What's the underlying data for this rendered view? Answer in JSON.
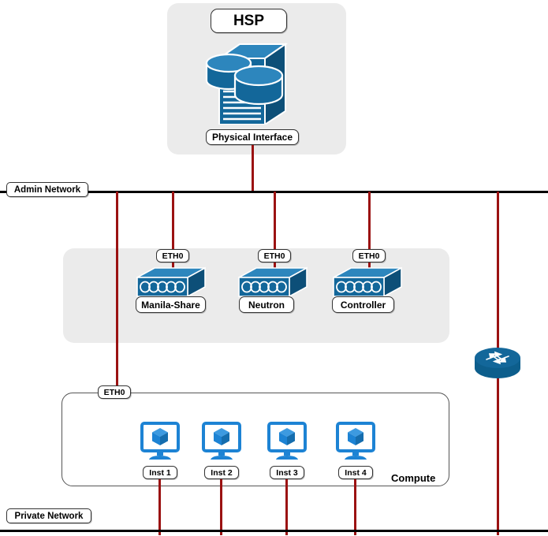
{
  "diagram": {
    "title": "OpenStack Manila HSP network topology",
    "colors": {
      "device_blue": "#13679a",
      "device_blue_dark": "#0d4f78",
      "device_blue_light": "#2d86bd",
      "instance_blue": "#1d83d4",
      "link_red": "#9b1212",
      "panel_gray": "#ebebeb",
      "bus_black": "#000000"
    }
  },
  "hsp_panel": {
    "title_label": "HSP",
    "interface_label": "Physical Interface",
    "storage_icon": "storage-array-icon"
  },
  "networks": [
    {
      "id": "admin",
      "label": "Admin Network"
    },
    {
      "id": "private",
      "label": "Private Network"
    }
  ],
  "services_panel": {
    "nodes": [
      {
        "id": "manila-share",
        "port_label": "ETH0",
        "name_label": "Manila-Share",
        "icon": "switch-icon"
      },
      {
        "id": "neutron",
        "port_label": "ETH0",
        "name_label": "Neutron",
        "icon": "switch-icon"
      },
      {
        "id": "controller",
        "port_label": "ETH0",
        "name_label": "Controller",
        "icon": "switch-icon"
      }
    ]
  },
  "compute": {
    "title_label": "Compute",
    "port_label": "ETH0",
    "instances": [
      {
        "id": "inst-1",
        "label": "Inst 1",
        "icon": "instance-monitor-icon"
      },
      {
        "id": "inst-2",
        "label": "Inst 2",
        "icon": "instance-monitor-icon"
      },
      {
        "id": "inst-3",
        "label": "Inst 3",
        "icon": "instance-monitor-icon"
      },
      {
        "id": "inst-4",
        "label": "Inst 4",
        "icon": "instance-monitor-icon"
      }
    ]
  },
  "router": {
    "id": "edge-router",
    "icon": "router-icon",
    "label": ""
  }
}
